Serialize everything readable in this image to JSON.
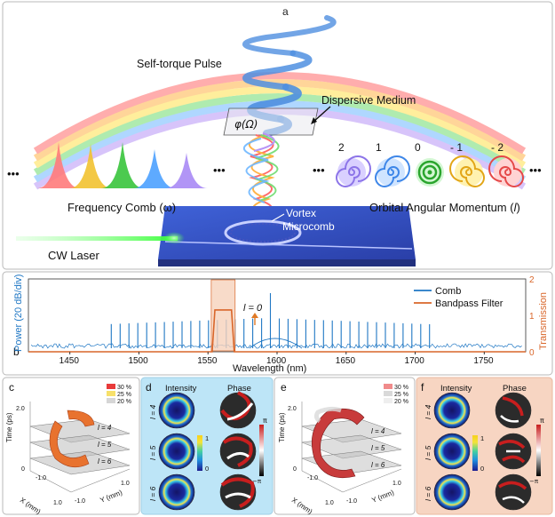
{
  "panel_a": {
    "label": "a",
    "pulse": "Self-torque Pulse",
    "medium": "Dispersive Medium",
    "phi": "φ(Ω)",
    "comb": "Frequency Comb (ω)",
    "oam": "Orbital Angular Momentum (",
    "oam_l": "l",
    "oam_end": ")",
    "vortex": "Vortex",
    "microcomb": "Microcomb",
    "laser": "CW Laser",
    "dots": "•••",
    "modes": [
      "2",
      "1",
      "0",
      "- 1",
      "- 2"
    ]
  },
  "panel_b": {
    "label": "b",
    "ylabel_left": "Power (20 dB/div)",
    "ylabel_right": "Transmission",
    "xlabel": "Wavelength (nm)",
    "legend_comb": "Comb",
    "legend_filter": "Bandpass Filter",
    "l_mark": "l = 0",
    "colors": {
      "comb": "#1f77c4",
      "filter": "#d9662a"
    },
    "chart_data": {
      "type": "line",
      "xlim": [
        1420,
        1780
      ],
      "x_ticks": [
        1450,
        1500,
        1550,
        1600,
        1650,
        1700,
        1750
      ],
      "y_right_ticks": [
        0,
        1,
        2
      ],
      "series": [
        {
          "name": "Comb",
          "type": "comb-lines"
        },
        {
          "name": "Bandpass Filter",
          "x": [
            1420,
            1553,
            1555,
            1567,
            1569,
            1780
          ],
          "y": [
            0,
            0,
            1.15,
            1.15,
            0,
            0
          ]
        }
      ]
    }
  },
  "panel_c": {
    "label": "c",
    "legend": [
      "30 %",
      "25 %",
      "20 %"
    ],
    "ylabel": "Time (ps)",
    "ticks_t": [
      "2.0",
      "0"
    ],
    "xlabel": "X (mm)",
    "ylabel2": "Y (mm)",
    "ticks_x": [
      "-1.0",
      "1.0"
    ],
    "ticks_y": [
      "-1.0",
      "1.0"
    ],
    "planes": [
      "l = 4",
      "l = 5",
      "l = 6"
    ]
  },
  "panel_d": {
    "label": "d",
    "col1": "Intensity",
    "col2": "Phase",
    "rows": [
      "l = 4",
      "l = 5",
      "l = 6"
    ],
    "cbar1": [
      "1",
      "0"
    ],
    "cbar2": [
      "π",
      "−π"
    ]
  },
  "panel_e": {
    "label": "e",
    "legend": [
      "30 %",
      "25 %",
      "20 %"
    ],
    "ylabel": "Time (ps)",
    "ticks_t": [
      "2.0",
      "0"
    ],
    "xlabel": "X (mm)",
    "ylabel2": "Y (mm)",
    "ticks_x": [
      "-1.0",
      "1.0"
    ],
    "ticks_y": [
      "-1.0",
      "1.0"
    ],
    "planes": [
      "l = 4",
      "l = 5",
      "l = 6"
    ]
  },
  "panel_f": {
    "label": "f",
    "col1": "Intensity",
    "col2": "Phase",
    "rows": [
      "l = 4",
      "l = 5",
      "l = 6"
    ],
    "cbar1": [
      "1",
      "0"
    ],
    "cbar2": [
      "π",
      "−π"
    ]
  }
}
